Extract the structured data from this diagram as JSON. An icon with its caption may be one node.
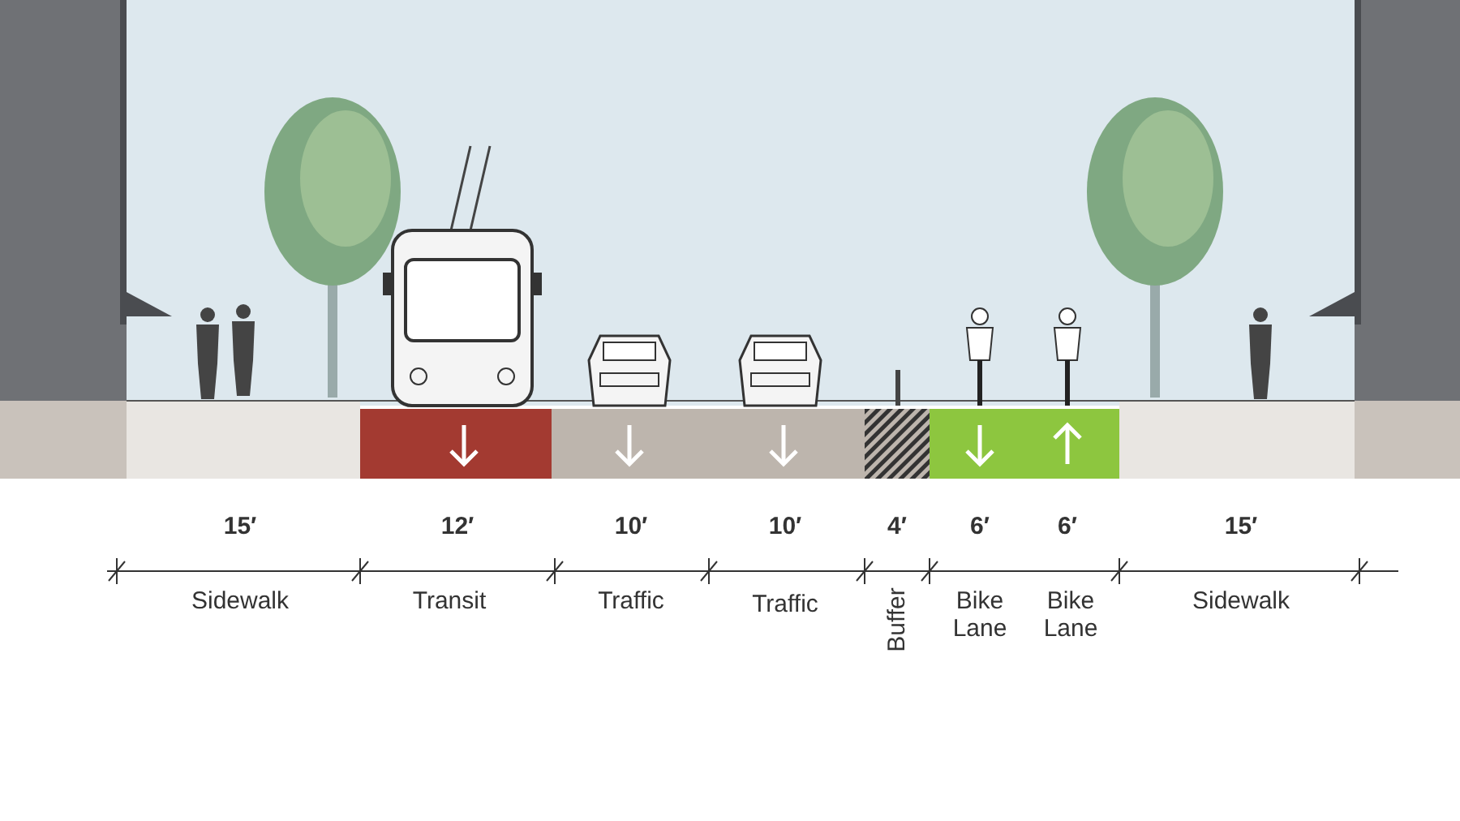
{
  "diagram": {
    "labels": [
      "15′",
      "12′",
      "10′",
      "10′",
      "4′",
      "6′",
      "6′",
      "15′",
      "Sidewalk",
      "Transit",
      "Traffic",
      "Traffic",
      "Buffer",
      "Bike Lane",
      "Bike Lane",
      "Sidewalk"
    ]
  }
}
